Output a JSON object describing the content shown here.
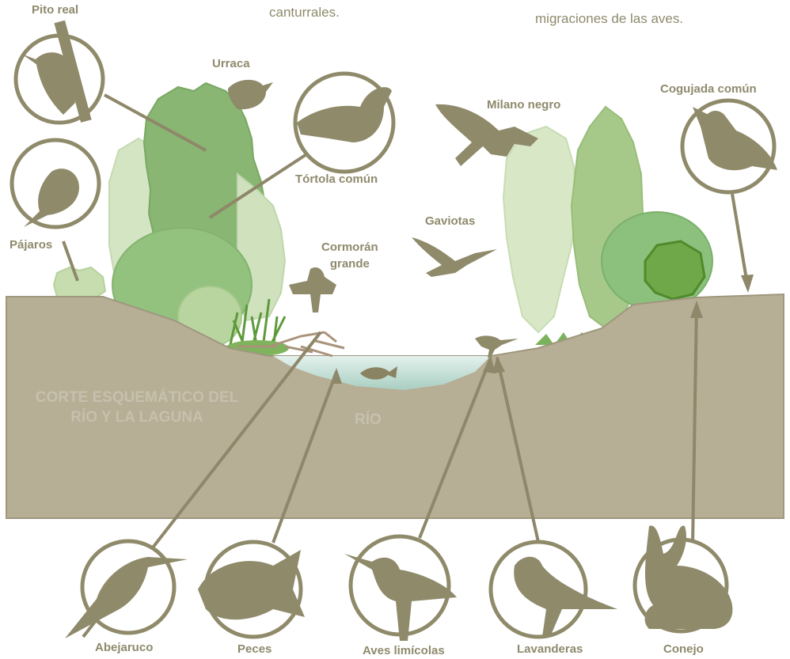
{
  "intro": {
    "fragment_left": "canturrales.",
    "fragment_right": "migraciones de las aves."
  },
  "section": {
    "title_line1": "CORTE ESQUEMÁTICO DEL",
    "title_line2": "RÍO Y LA LAGUNA",
    "river_label": "RÍO"
  },
  "species": {
    "pito_real": "Pito real",
    "urraca": "Urraca",
    "tortola": "Tórtola común",
    "milano": "Milano negro",
    "cogujada": "Cogujada común",
    "pajaros": "Pájaros",
    "gaviotas": "Gaviotas",
    "cormoran_1": "Cormorán",
    "cormoran_2": "grande",
    "abejaruco": "Abejaruco",
    "peces": "Peces",
    "limicolas": "Aves limícolas",
    "lavanderas": "Lavanderas",
    "conejo": "Conejo"
  },
  "colors": {
    "label": "#8e8a6c",
    "ground": "#b7ae96",
    "silhouette": "#8f8a6a",
    "tree_dark": "#79a860",
    "tree_light": "#c8dcb4",
    "water": "#cde6de"
  }
}
